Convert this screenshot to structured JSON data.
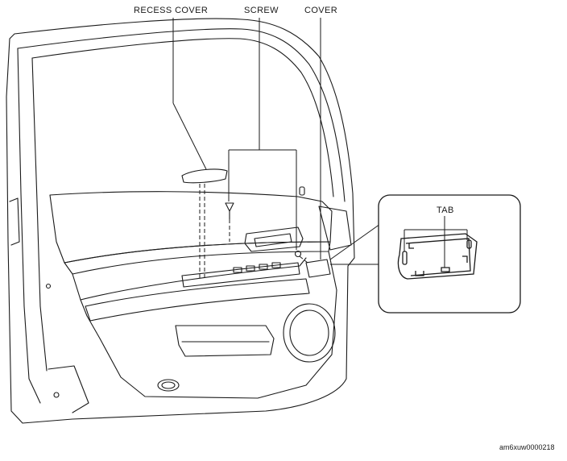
{
  "labels": {
    "recess_cover": "RECESS COVER",
    "screw": "SCREW",
    "cover": "COVER",
    "tab": "TAB"
  },
  "reference_code": "am6xuw0000218"
}
